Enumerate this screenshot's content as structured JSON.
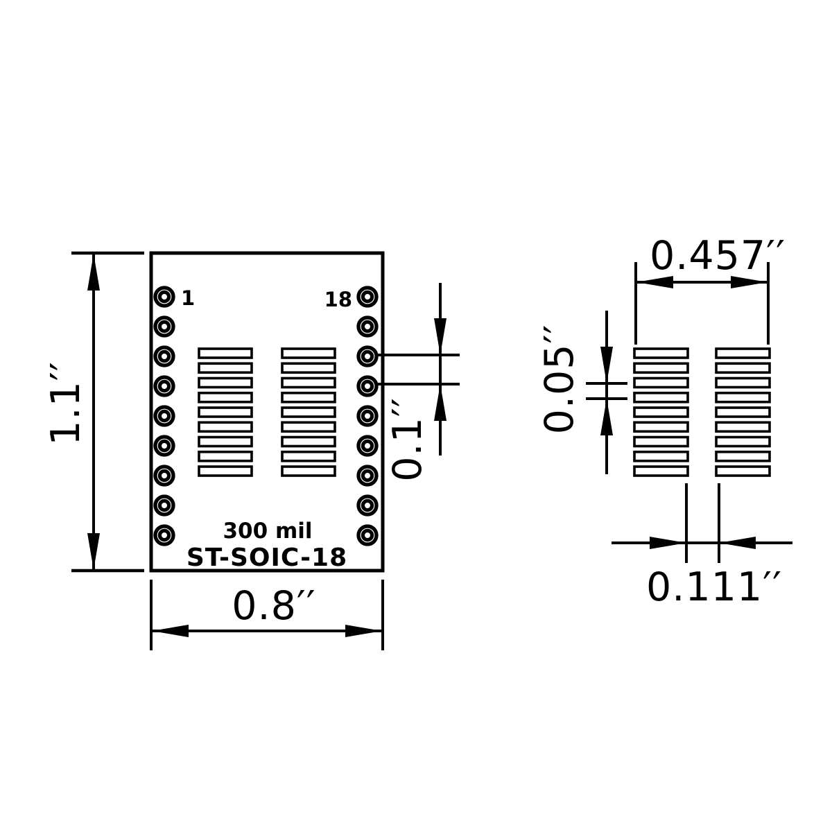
{
  "drawing": {
    "board": {
      "pin_first_label": "1",
      "pin_last_label": "18",
      "size_label": "300 mil",
      "part_number": "ST-SOIC-18",
      "holes_per_side": 9,
      "smd_pads_per_side": 9
    },
    "detail": {
      "smd_pads_per_side": 9
    },
    "dimensions": {
      "board_height": "1.1′′",
      "board_width": "0.8′′",
      "hole_pitch": "0.1′′",
      "pad_row_span": "0.457′′",
      "pad_pitch": "0.05′′",
      "pad_inner_gap": "0.111′′"
    },
    "colors": {
      "ink": "#000000",
      "background": "#ffffff"
    }
  }
}
